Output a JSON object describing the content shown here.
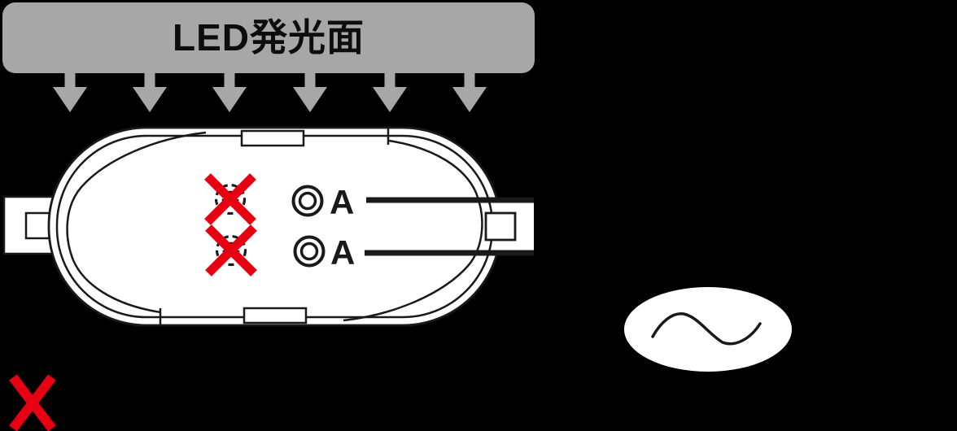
{
  "header": {
    "label": "LED発光面",
    "bg_color": "#a7a7a7",
    "text_color": "#0d0d0d"
  },
  "arrows": {
    "count": 6,
    "direction": "down",
    "color": "#a7a7a7",
    "meaning": "light emitted downward from LED surface"
  },
  "lamp": {
    "body_fill": "#ffffff",
    "line_color": "#1a1a1a",
    "terminal_label": "A",
    "terminals": [
      {
        "row": 1,
        "left_marker": "dashed-circle-crossed-out",
        "right_marker": "double-circle",
        "right_label": "A"
      },
      {
        "row": 2,
        "left_marker": "dashed-circle-crossed-out",
        "right_marker": "double-circle",
        "right_label": "A"
      }
    ]
  },
  "ac_source": {
    "symbol": "sine-wave",
    "fill": "#ffffff",
    "line_color": "#1a1a1a"
  },
  "prohibition_mark": {
    "symbol": "x-mark",
    "color": "#e60012"
  },
  "colors": {
    "background": "#000000",
    "gray": "#a7a7a7",
    "red": "#e60012",
    "white": "#ffffff",
    "black": "#1a1a1a"
  }
}
